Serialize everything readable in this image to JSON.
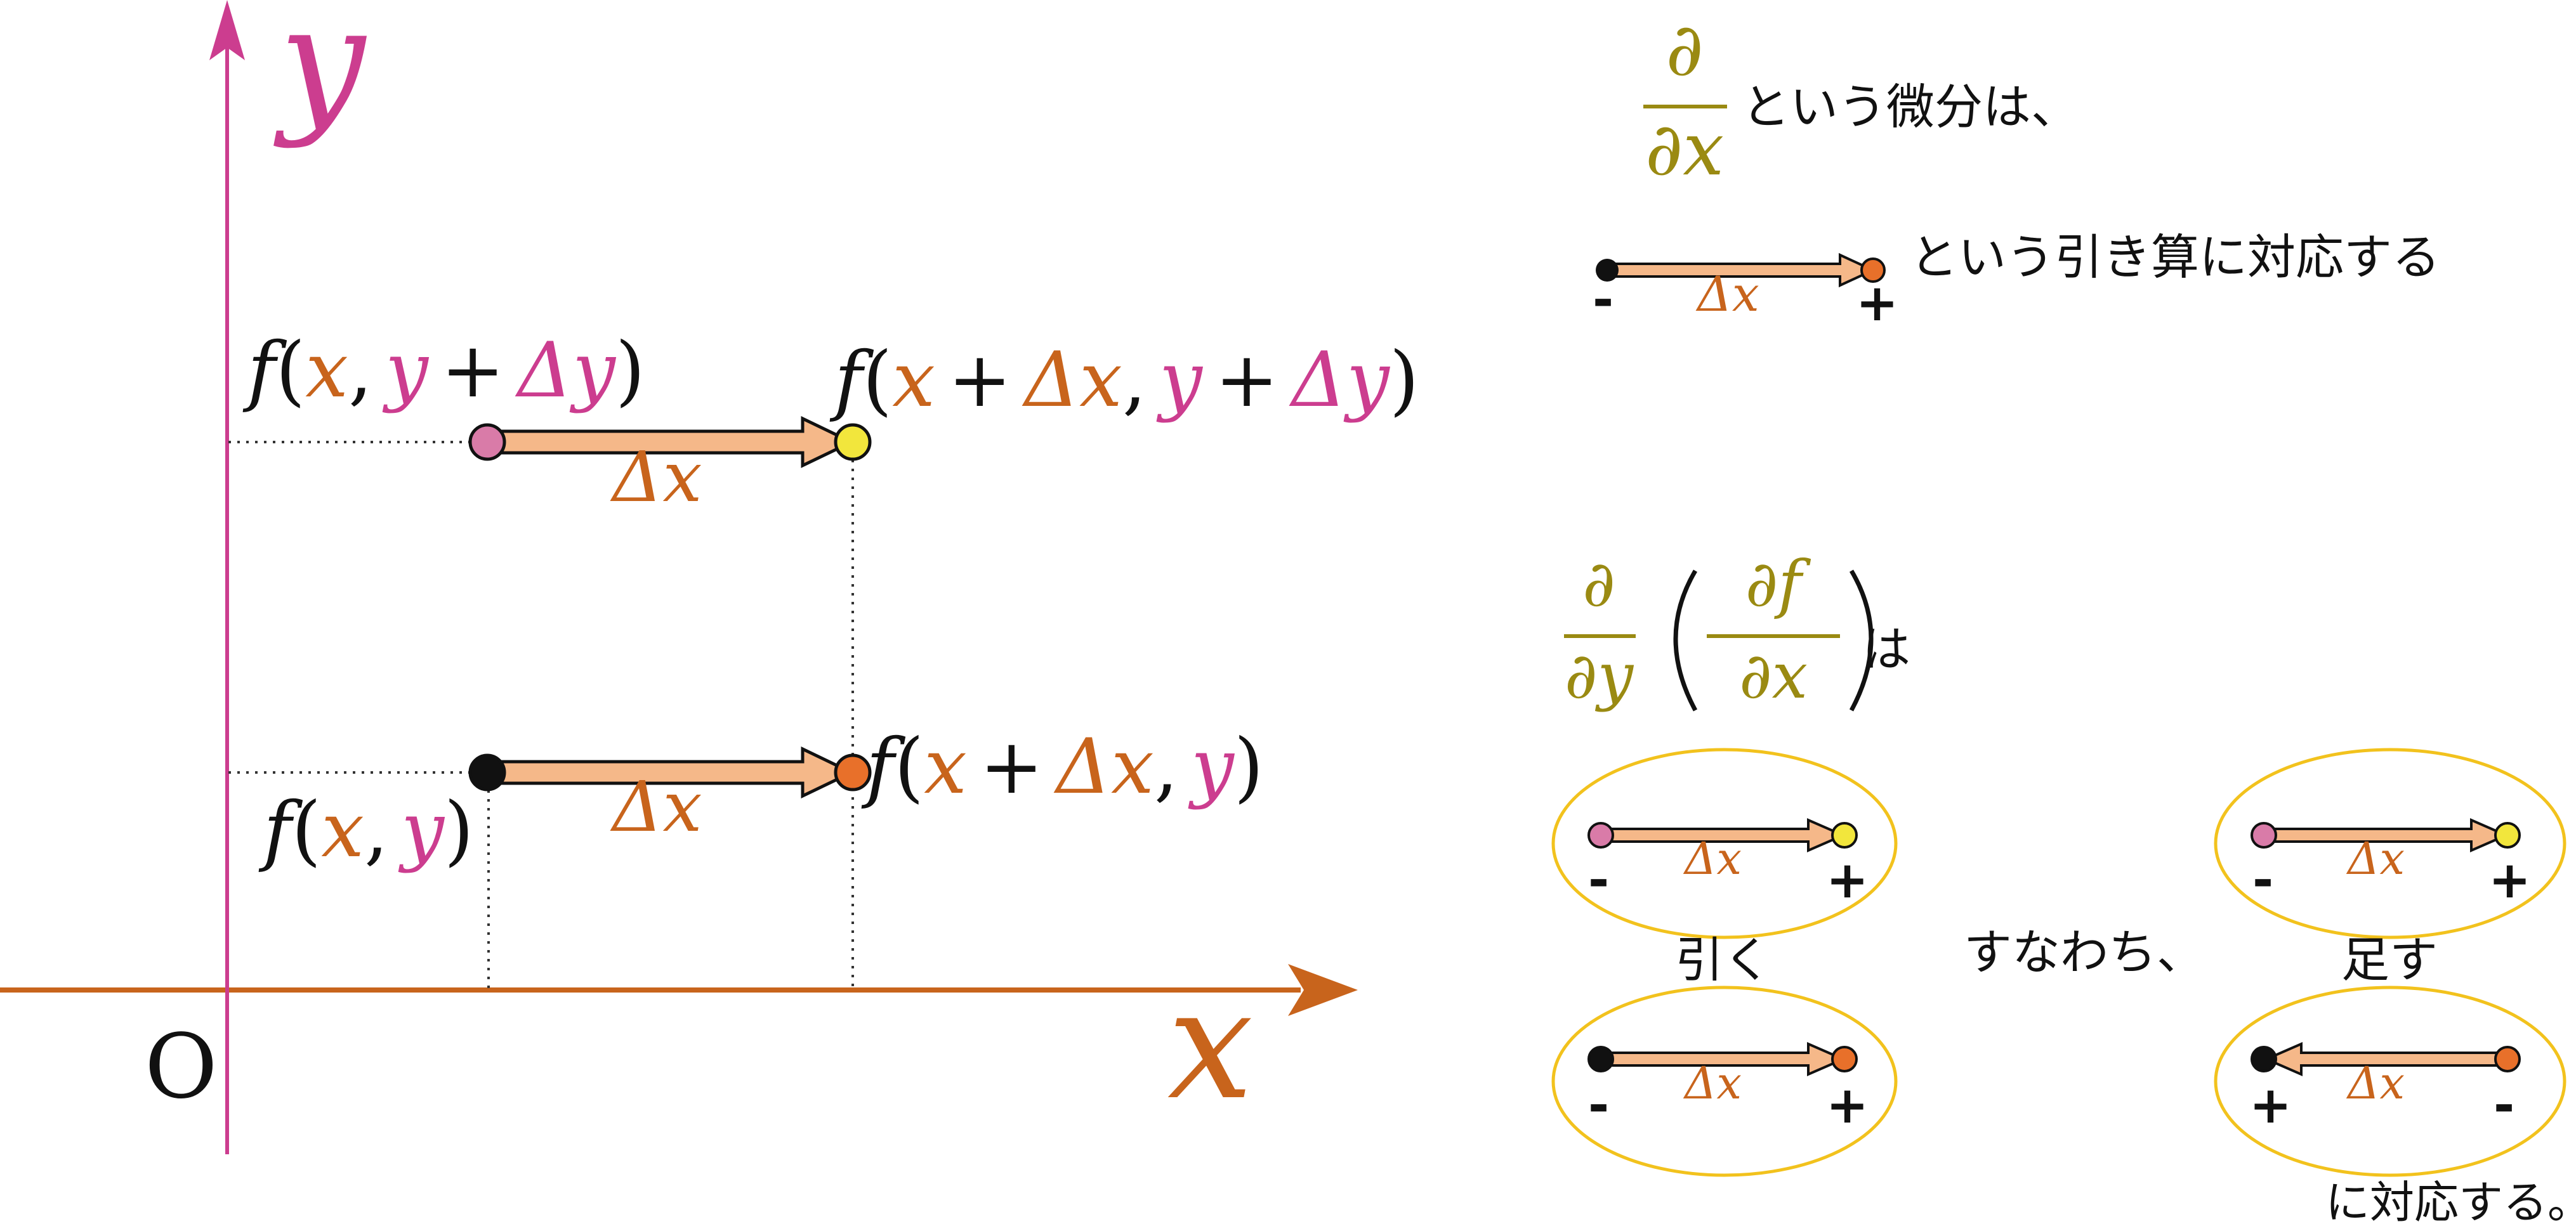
{
  "colors": {
    "magenta": "#cc3d8f",
    "orange": "#c8641c",
    "olive": "#9a8a12",
    "arrow_fill": "#f5b889",
    "pink_dot": "#d97ba8",
    "yellow_dot": "#f2e63c",
    "orange_dot": "#e8702a",
    "ellipse": "#f2c21d",
    "black": "#111111"
  },
  "axes": {
    "x_label": "x",
    "y_label": "y",
    "origin_label": "O"
  },
  "points": {
    "top_left": {
      "f": "f",
      "open": "(",
      "x": "x",
      "comma": ",",
      "y": "y",
      "plus": "+",
      "dy": "Δy",
      "close": ")"
    },
    "top_right": {
      "f": "f",
      "open": "(",
      "x": "x",
      "plus1": "+",
      "dx": "Δx",
      "comma": ",",
      "y": "y",
      "plus2": "+",
      "dy": "Δy",
      "close": ")"
    },
    "bottom_left": {
      "f": "f",
      "open": "(",
      "x": "x",
      "comma": ",",
      "y": "y",
      "close": ")"
    },
    "bottom_right": {
      "f": "f",
      "open": "(",
      "x": "x",
      "plus": "+",
      "dx": "Δx",
      "comma": ",",
      "y": "y",
      "close": ")"
    }
  },
  "arrow_labels": {
    "dx": "Δx"
  },
  "right_panel": {
    "frac1_num": "∂",
    "frac1_den": "∂x",
    "caption1": "という微分は、",
    "caption2": "という引き算に対応する",
    "minus": "-",
    "plus": "+",
    "frac2_num": "∂",
    "frac2_den": "∂y",
    "frac3_num": "∂f",
    "frac3_den": "∂x",
    "wa": "は",
    "hiku": "引く",
    "sunawachi": "すなわち、",
    "tasu": "足す",
    "final": "に対応する。"
  }
}
